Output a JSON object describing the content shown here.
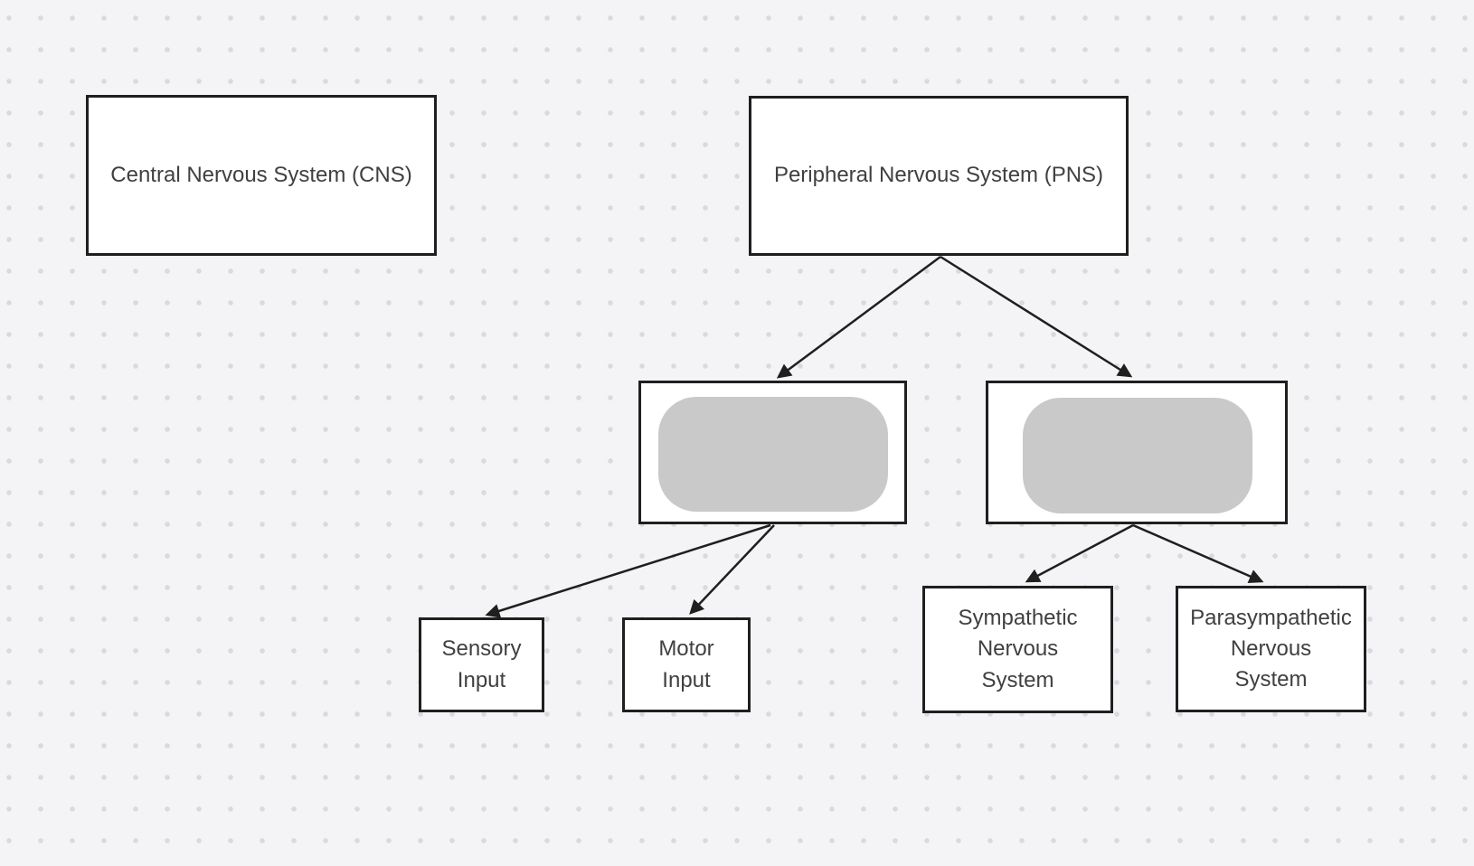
{
  "diagram": {
    "nodes": {
      "cns": {
        "label": "Central Nervous System (CNS)"
      },
      "pns": {
        "label": "Peripheral Nervous System (PNS)"
      },
      "branch_left": {
        "label": ""
      },
      "branch_right": {
        "label": ""
      },
      "sensory": {
        "label": "Sensory\nInput"
      },
      "motor": {
        "label": "Motor\nInput"
      },
      "sympathetic": {
        "label": "Sympathetic\nNervous\nSystem"
      },
      "parasympathetic": {
        "label": "Parasympathetic\nNervous\nSystem"
      }
    },
    "edges": [
      {
        "from": "pns",
        "to": "branch_left"
      },
      {
        "from": "pns",
        "to": "branch_right"
      },
      {
        "from": "branch_left",
        "to": "sensory"
      },
      {
        "from": "branch_left",
        "to": "motor"
      },
      {
        "from": "branch_right",
        "to": "sympathetic"
      },
      {
        "from": "branch_right",
        "to": "parasympathetic"
      }
    ],
    "colors": {
      "background": "#f4f4f6",
      "grid_dot": "#d9d9de",
      "node_fill": "#ffffff",
      "node_border": "#1f1f1f",
      "edge_stroke": "#1f1f1f",
      "label_text": "#404040",
      "placeholder_fill": "#c9c9c9"
    }
  }
}
